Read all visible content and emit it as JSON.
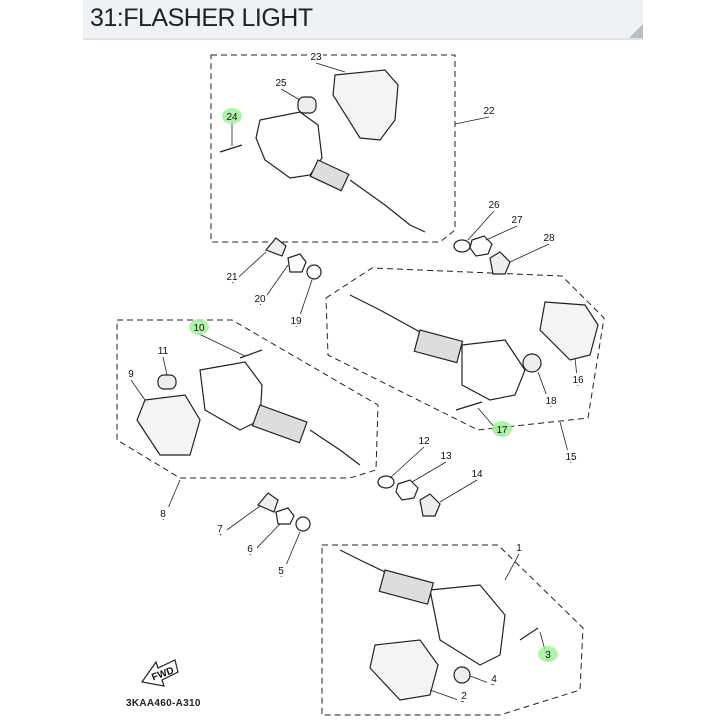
{
  "header": {
    "title": "31:FLASHER LIGHT"
  },
  "diagram": {
    "fwd_label": "FWD",
    "code": "3KAA460-A310",
    "highlight_color": "#9ff29a",
    "callouts": [
      "1",
      "2",
      "3",
      "4",
      "5",
      "6",
      "7",
      "8",
      "9",
      "10",
      "11",
      "12",
      "13",
      "14",
      "15",
      "16",
      "17",
      "18",
      "19",
      "20",
      "21",
      "22",
      "23",
      "24",
      "25",
      "26",
      "27",
      "28"
    ],
    "highlighted": [
      "3",
      "10",
      "17",
      "24"
    ]
  }
}
